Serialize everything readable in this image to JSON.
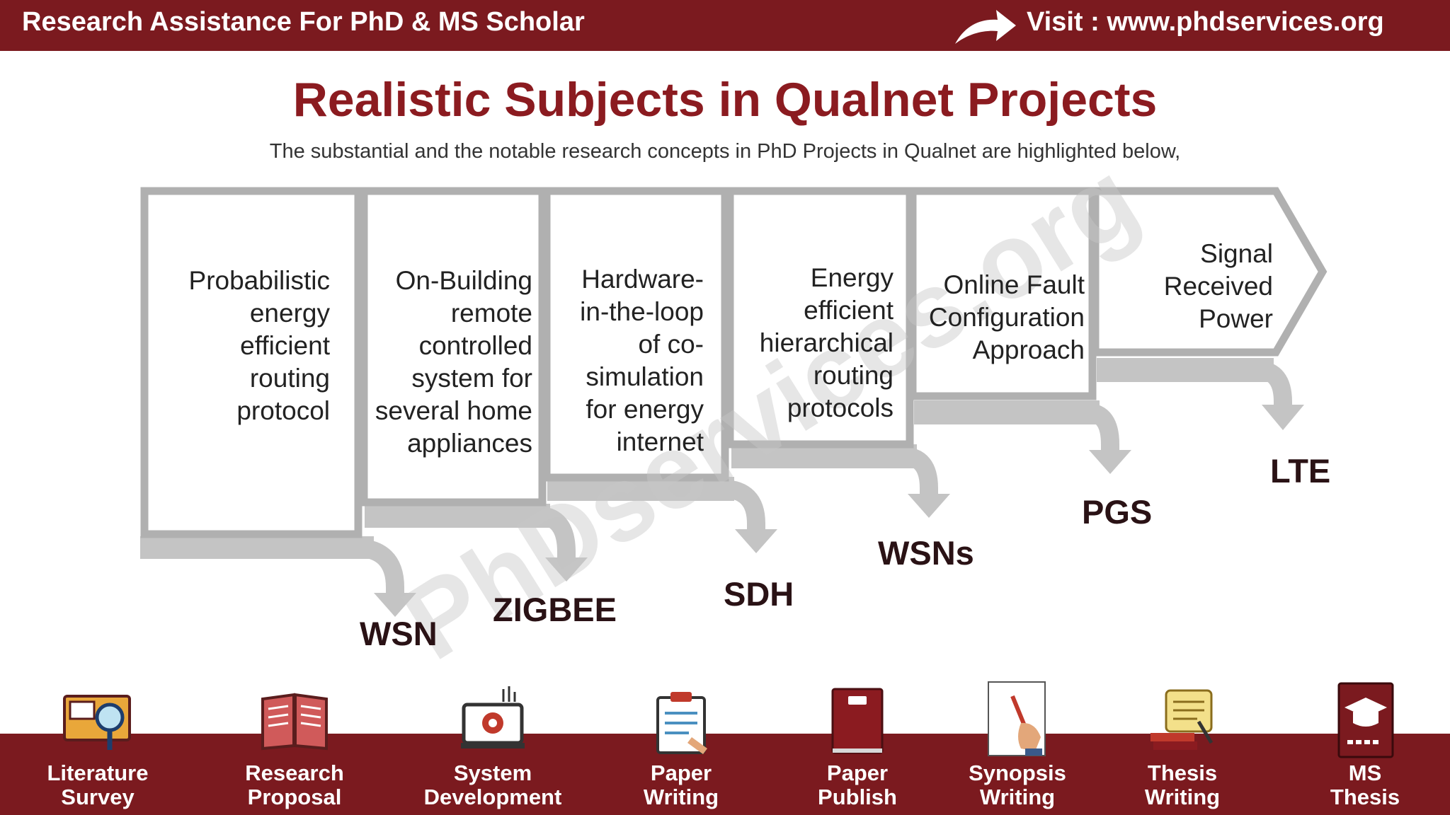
{
  "header": {
    "left_text": "Research Assistance For PhD & MS Scholar",
    "right_text": "Visit : www.phdservices.org",
    "icon": "curved-arrow-icon"
  },
  "title": "Realistic Subjects in Qualnet Projects",
  "subtitle": "The substantial and the notable research concepts in PhD Projects in Qualnet are highlighted below,",
  "watermark": "PhDservices.org",
  "steps": [
    {
      "text": "Probabilistic\nenergy\nefficient\nrouting\nprotocol",
      "label": "WSN"
    },
    {
      "text": "On-Building\nremote\ncontrolled\nsystem for\nseveral home\nappliances",
      "label": "ZIGBEE"
    },
    {
      "text": "Hardware-\nin-the-loop\nof co-\nsimulation\nfor energy\ninternet",
      "label": "SDH"
    },
    {
      "text": "Energy\nefficient\nhierarchical\nrouting\nprotocols",
      "label": "WSNs"
    },
    {
      "text": "Online Fault\nConfiguration\nApproach",
      "label": "PGS"
    },
    {
      "text": "Signal\nReceived\nPower",
      "label": "LTE"
    }
  ],
  "services": [
    {
      "label": "Literature\nSurvey",
      "icon": "book-magnifier-icon"
    },
    {
      "label": "Research\nProposal",
      "icon": "open-book-icon"
    },
    {
      "label": "System\nDevelopment",
      "icon": "computer-gear-icon"
    },
    {
      "label": "Paper\nWriting",
      "icon": "clipboard-writing-icon"
    },
    {
      "label": "Paper\nPublish",
      "icon": "closed-book-icon"
    },
    {
      "label": "Synopsis\nWriting",
      "icon": "hand-pen-icon"
    },
    {
      "label": "Thesis\nWriting",
      "icon": "scroll-books-icon"
    },
    {
      "label": "MS\nThesis",
      "icon": "graduation-book-icon"
    }
  ],
  "colors": {
    "brand": "#7b1a1f",
    "title": "#8b1b20",
    "frame": "#bdbdbd"
  }
}
